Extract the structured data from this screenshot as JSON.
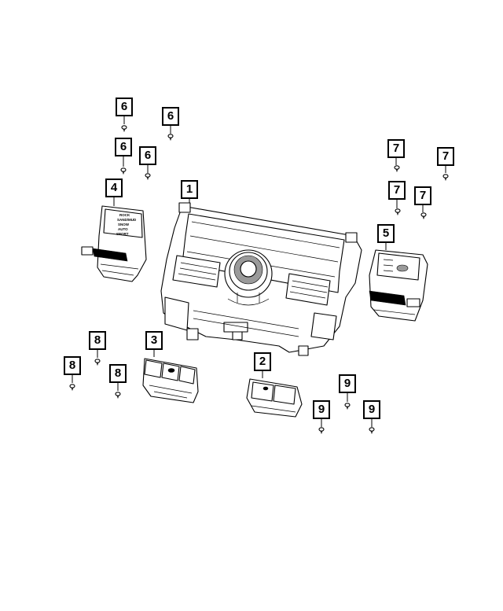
{
  "callouts": [
    {
      "id": "c1",
      "label": "1"
    },
    {
      "id": "c2",
      "label": "2"
    },
    {
      "id": "c3",
      "label": "3"
    },
    {
      "id": "c4",
      "label": "4"
    },
    {
      "id": "c5",
      "label": "5"
    },
    {
      "id": "c6a",
      "label": "6"
    },
    {
      "id": "c6b",
      "label": "6"
    },
    {
      "id": "c6c",
      "label": "6"
    },
    {
      "id": "c6d",
      "label": "6"
    },
    {
      "id": "c7a",
      "label": "7"
    },
    {
      "id": "c7b",
      "label": "7"
    },
    {
      "id": "c7c",
      "label": "7"
    },
    {
      "id": "c7d",
      "label": "7"
    },
    {
      "id": "c8a",
      "label": "8"
    },
    {
      "id": "c8b",
      "label": "8"
    },
    {
      "id": "c8c",
      "label": "8"
    },
    {
      "id": "c9a",
      "label": "9"
    },
    {
      "id": "c9b",
      "label": "9"
    },
    {
      "id": "c9c",
      "label": "9"
    }
  ],
  "switch_panel_labels": [
    "ROCK",
    "SAND/MUD",
    "SNOW",
    "AUTO",
    "SPORT"
  ]
}
